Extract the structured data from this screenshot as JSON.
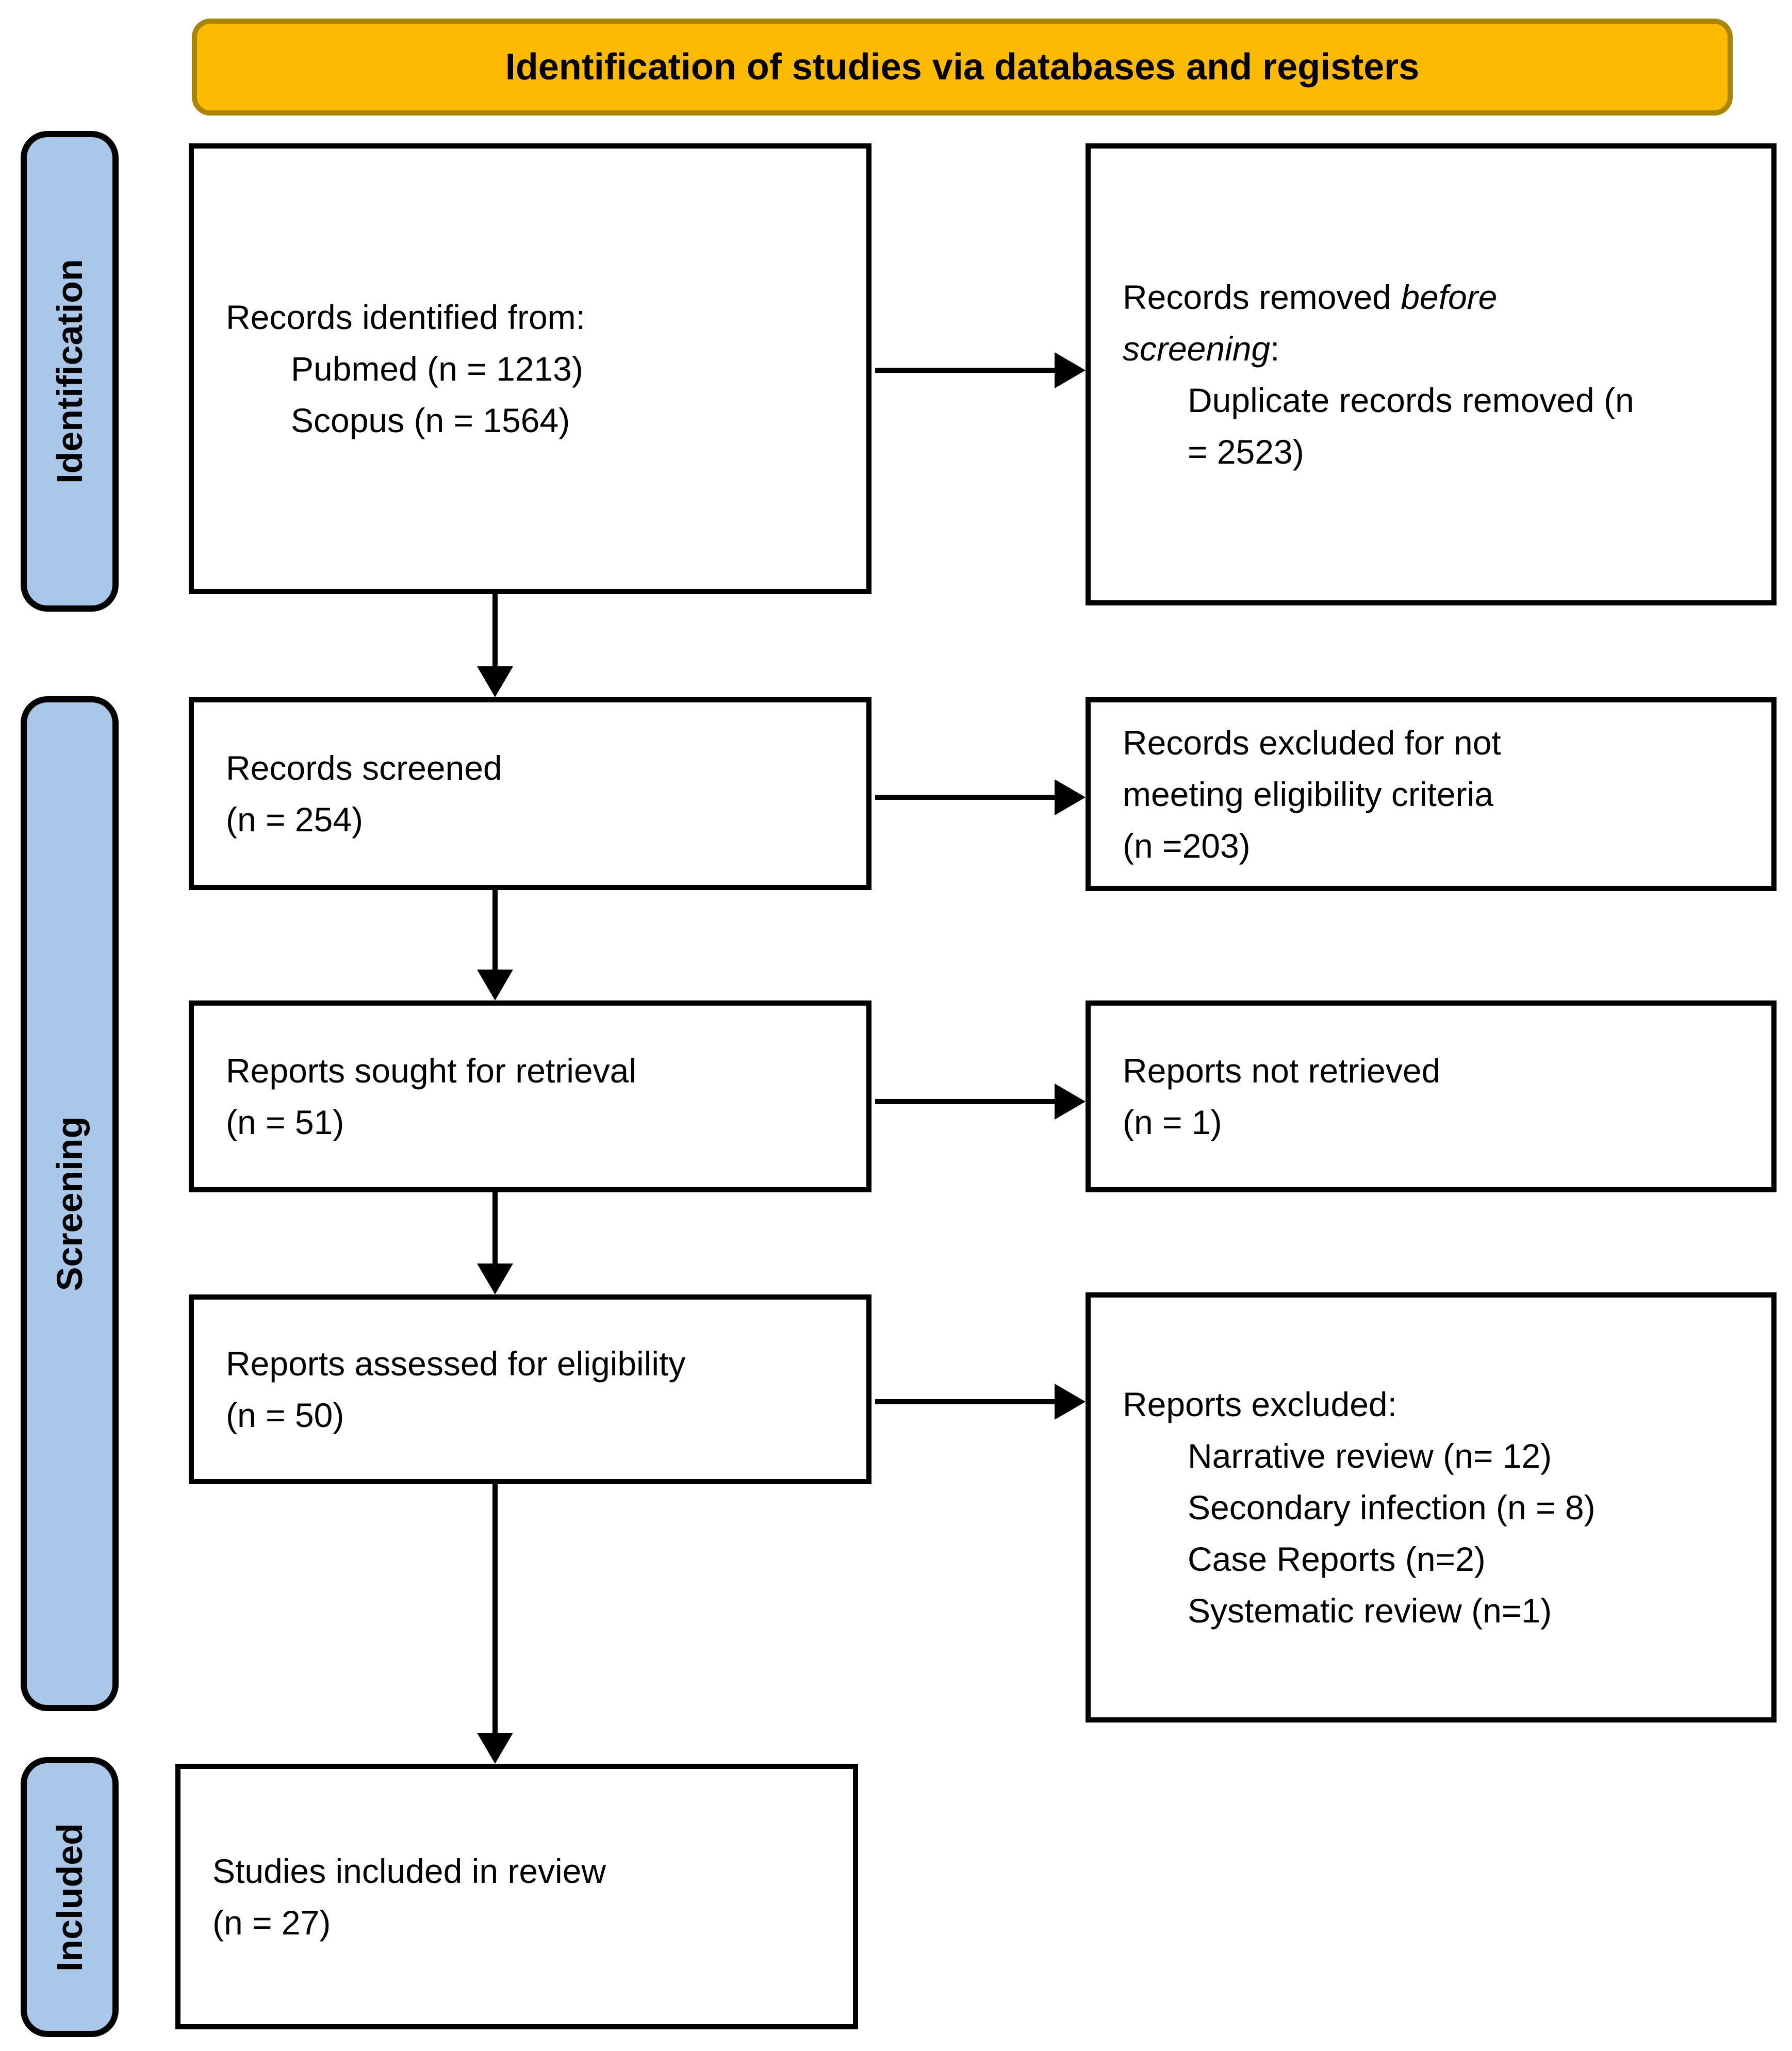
{
  "banner": {
    "label": "Identification of studies via databases and registers"
  },
  "stages": [
    {
      "id": "identification",
      "label": "Identification"
    },
    {
      "id": "screening",
      "label": "Screening"
    },
    {
      "id": "included",
      "label": "Included"
    }
  ],
  "boxes": {
    "records_identified": {
      "title": "Records identified from:",
      "items": [
        "Pubmed (n = 1213)",
        "Scopus (n = 1564)"
      ]
    },
    "records_removed": {
      "line1_normal": "Records removed ",
      "line1_italic": "before",
      "line2_italic": "screening",
      "line2_suffix": ":",
      "item_line1": "Duplicate records removed (n",
      "item_line2": "= 2523)"
    },
    "records_screened": {
      "line1": "Records screened",
      "line2": "(n = 254)"
    },
    "records_excluded": {
      "line1": "Records excluded for not",
      "line2": "meeting eligibility criteria",
      "line3": "(n =203)"
    },
    "reports_sought": {
      "line1": "Reports sought for retrieval",
      "line2": "(n = 51)"
    },
    "reports_not_retrieved": {
      "line1": "Reports not retrieved",
      "line2": "(n = 1)"
    },
    "reports_assessed": {
      "line1": "Reports assessed for eligibility",
      "line2": "(n = 50)"
    },
    "reports_excluded": {
      "title": "Reports excluded:",
      "items": [
        "Narrative review (n= 12)",
        "Secondary infection (n = 8)",
        "Case Reports (n=2)",
        "Systematic review (n=1)"
      ]
    },
    "studies_included": {
      "line1": "Studies included in review",
      "line2": "(n = 27)"
    }
  },
  "colors": {
    "banner_fill": "#FCBA03",
    "banner_border": "#A98600",
    "stage_fill": "#A9C7E8",
    "stage_border": "#000000",
    "box_border": "#000000",
    "arrow": "#000000"
  }
}
